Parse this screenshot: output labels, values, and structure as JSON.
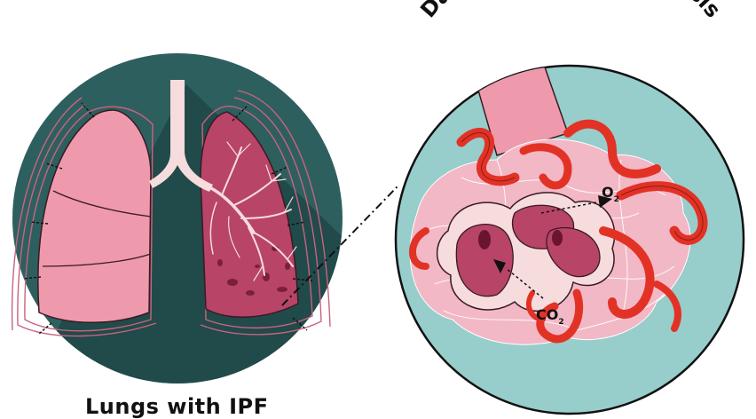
{
  "labels": {
    "title_right": "Damaged alveoli & fibrosis",
    "title_left": "Lungs with IPF",
    "o2_letter": "O",
    "o2_sub": "2",
    "co2_letter": "CO",
    "co2_sub": "2"
  },
  "colors": {
    "dark_teal": "#2e5f5f",
    "shadow_teal": "#1e4646",
    "light_teal": "#97cdca",
    "lung_pink": "#ee9aac",
    "lung_dark": "#b84468",
    "vessel_red": "#e23226",
    "alveoli_pink": "#f2b8c6",
    "alveoli_dark": "#8f2e4a",
    "trachea": "#f6dcdc"
  }
}
